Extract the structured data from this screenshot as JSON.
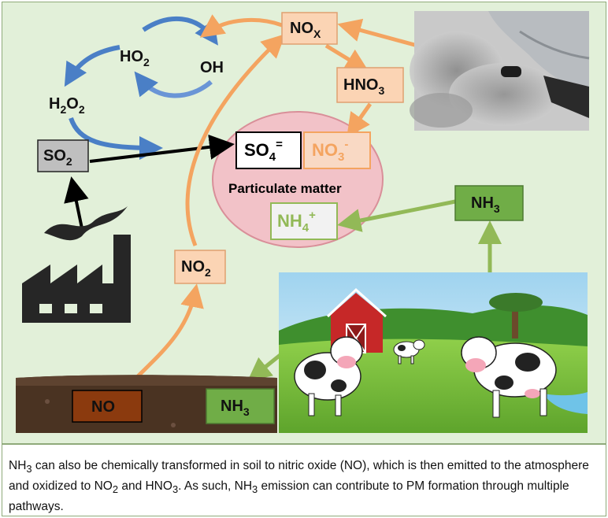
{
  "labels": {
    "ho2": "HO",
    "ho2_sub": "2",
    "oh": "OH",
    "h2o2_a": "H",
    "h2o2_sub1": "2",
    "h2o2_b": "O",
    "h2o2_sub2": "2",
    "so2": "SO",
    "so2_sub": "2",
    "nox": "NO",
    "nox_sub": "X",
    "hno3": "HNO",
    "hno3_sub": "3",
    "so4": "SO",
    "so4_sub": "4",
    "so4_sup": "=",
    "no3": "NO",
    "no3_sub": "3",
    "no3_sup": "-",
    "particulate": "Particulate matter",
    "nh4": "NH",
    "nh4_sub": "4",
    "nh4_sup": "+",
    "nh3_right": "NH",
    "nh3_right_sub": "3",
    "no2": "NO",
    "no2_sub": "2",
    "no": "NO",
    "nh3_bottom": "NH",
    "nh3_bottom_sub": "3"
  },
  "caption": {
    "nh_a": "NH",
    "nh_a_sub": "3",
    "part1": " can also be chemically transformed in soil to nitric oxide (NO), which is then emitted to the atmosphere and oxidized to NO",
    "no2_sub": "2",
    "part2": " and HNO",
    "hno3_sub": "3",
    "part3": ". As such, NH",
    "nh_b_sub": "3",
    "part4": " emission can contribute to PM formation through multiple pathways."
  },
  "colors": {
    "panel_bg": "#e2f0d9",
    "orange_arrow": "#f4a460",
    "orange_box": "#fbd4b4",
    "green_arrow": "#92b957",
    "green_box": "#70ad47",
    "blue_arrow": "#4a7fc6",
    "particle_fill": "#f2c2c8",
    "no_box": "#8b3a0e"
  },
  "icons": [
    "factory-icon",
    "smoke-icon",
    "car-exhaust-image",
    "farm-cows-image",
    "soil-image"
  ]
}
